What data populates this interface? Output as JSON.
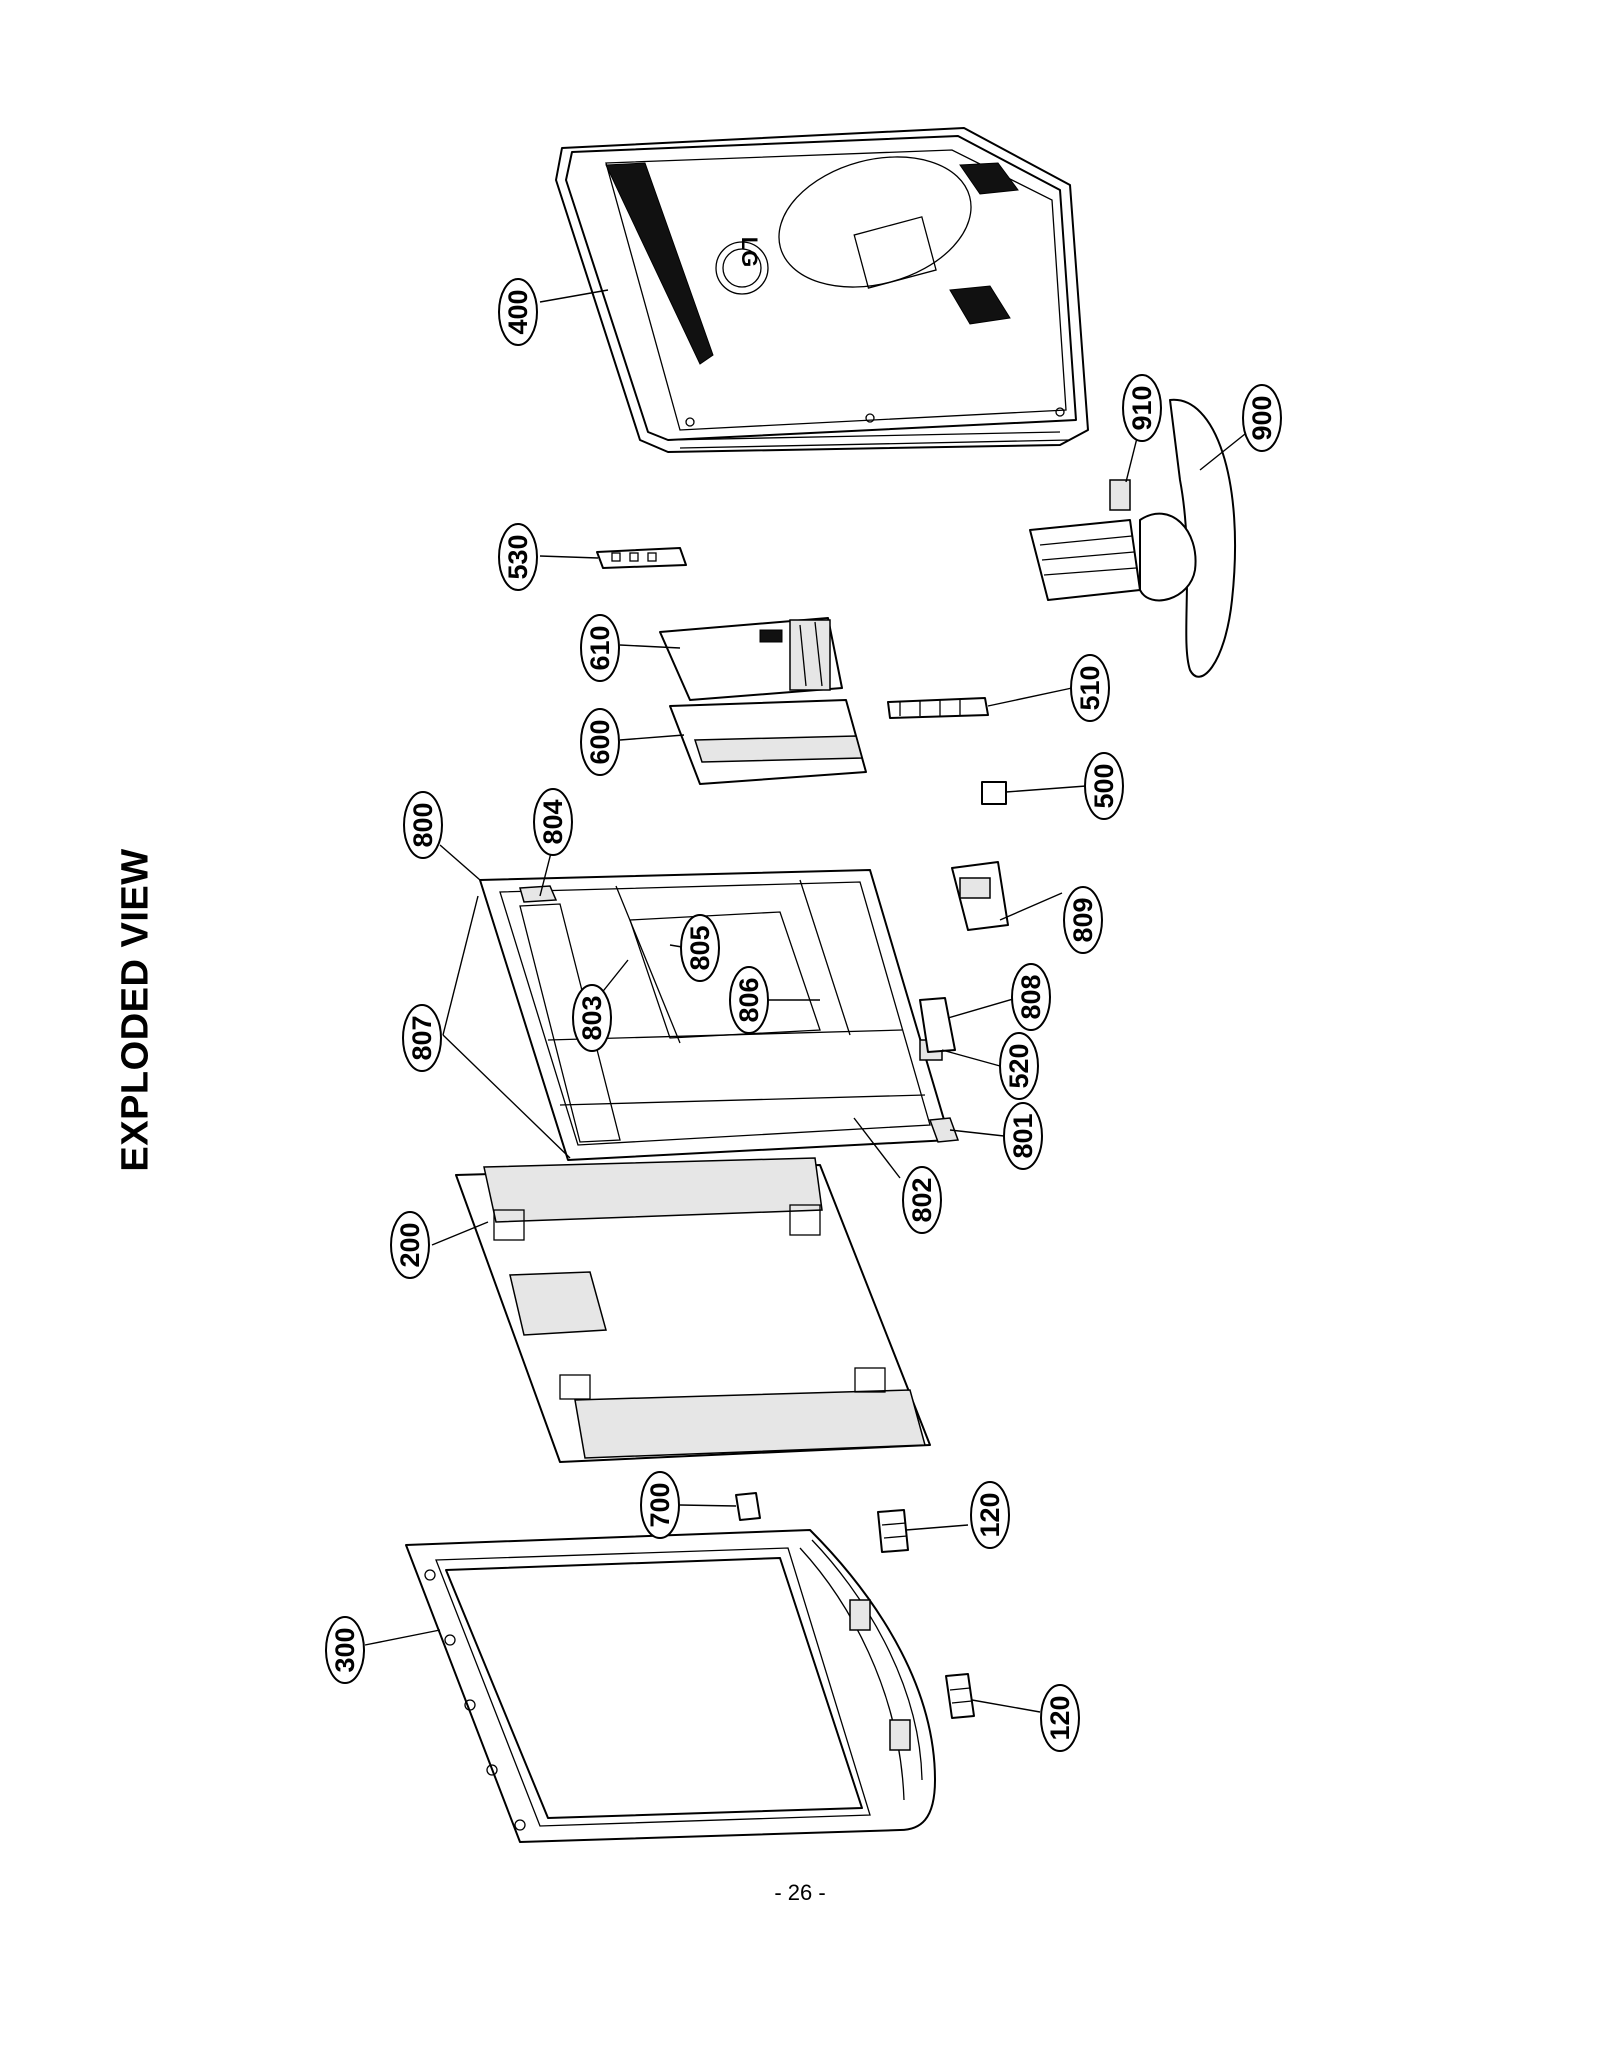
{
  "page": {
    "title": "EXPLODED VIEW",
    "page_number": "- 26 -"
  },
  "back_cover_logo": "LG",
  "callouts": [
    {
      "id": "400",
      "label": "400"
    },
    {
      "id": "530",
      "label": "530"
    },
    {
      "id": "610",
      "label": "610"
    },
    {
      "id": "600",
      "label": "600"
    },
    {
      "id": "910",
      "label": "910"
    },
    {
      "id": "900",
      "label": "900"
    },
    {
      "id": "510",
      "label": "510"
    },
    {
      "id": "500",
      "label": "500"
    },
    {
      "id": "800",
      "label": "800"
    },
    {
      "id": "804",
      "label": "804"
    },
    {
      "id": "803",
      "label": "803"
    },
    {
      "id": "805",
      "label": "805"
    },
    {
      "id": "806",
      "label": "806"
    },
    {
      "id": "807",
      "label": "807"
    },
    {
      "id": "809",
      "label": "809"
    },
    {
      "id": "808",
      "label": "808"
    },
    {
      "id": "520",
      "label": "520"
    },
    {
      "id": "801",
      "label": "801"
    },
    {
      "id": "802",
      "label": "802"
    },
    {
      "id": "200",
      "label": "200"
    },
    {
      "id": "700",
      "label": "700"
    },
    {
      "id": "120a",
      "label": "120"
    },
    {
      "id": "120b",
      "label": "120"
    },
    {
      "id": "300",
      "label": "300"
    }
  ]
}
